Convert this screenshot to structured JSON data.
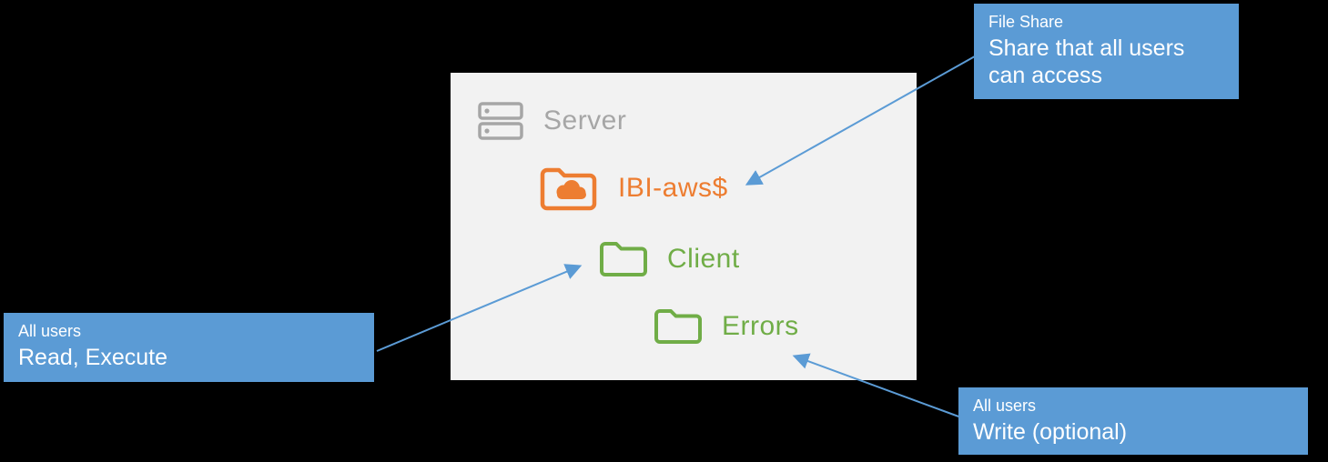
{
  "colors": {
    "background": "#000000",
    "panel_fill": "#F2F2F2",
    "server_gray": "#A6A6A6",
    "folder_orange": "#ED7D31",
    "folder_green": "#70AD47",
    "callout_blue": "#5B9BD5",
    "callout_text": "#FFFFFF"
  },
  "icons": {
    "server": "server-icon",
    "share": "cloud-folder-icon",
    "client": "folder-icon",
    "errors": "folder-icon"
  },
  "diagram": {
    "server_label": "Server",
    "share_folder_label": "IBI-aws$",
    "client_folder_label": "Client",
    "errors_folder_label": "Errors"
  },
  "callouts": {
    "file_share": {
      "title": "File Share",
      "body": "Share that all users can access"
    },
    "client_permissions": {
      "title": "All users",
      "body": "Read, Execute"
    },
    "errors_permissions": {
      "title": "All users",
      "body": "Write (optional)"
    }
  }
}
